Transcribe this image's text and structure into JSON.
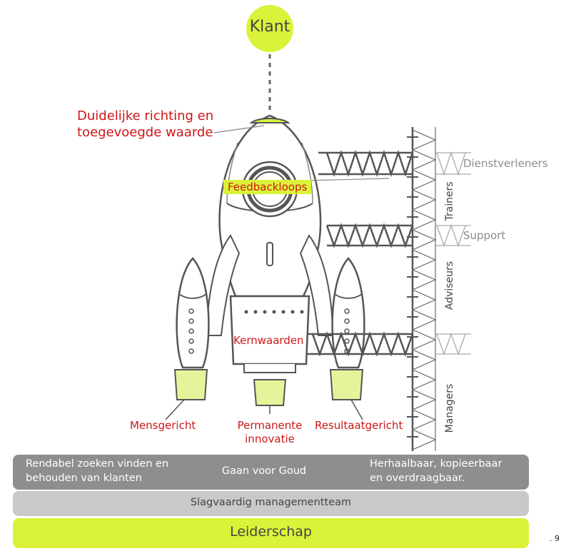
{
  "top": {
    "klant": "Klant"
  },
  "labels": {
    "direction_line1": "Duidelijke richting en",
    "direction_line2": "toegevoegde waarde",
    "feedback": "Feedbackloops",
    "kernwaarden": "Kernwaarden",
    "mensgericht": "Mensgericht",
    "permanente_line1": "Permanente",
    "permanente_line2": "innovatie",
    "resultaat": "Resultaatgericht"
  },
  "side": {
    "dienstverleners": "Dienstverleners",
    "support": "Support",
    "trainers": "Trainers",
    "adviseurs": "Adviseurs",
    "managers": "Managers"
  },
  "bands": {
    "left_line1": "Rendabel zoeken vinden en",
    "left_line2": "behouden van klanten",
    "center": "Gaan voor Goud",
    "right_line1": "Herhaalbaar, kopieerbaar",
    "right_line2": "en overdraagbaar.",
    "middle": "Slagvaardig managementteam",
    "bottom": "Leiderschap"
  },
  "page_number": ". 9",
  "colors": {
    "lime": "#dbf23a",
    "red": "#d01616",
    "dark_band": "#8e8e8e",
    "light_band": "#c9c9c9",
    "line": "#555555"
  }
}
